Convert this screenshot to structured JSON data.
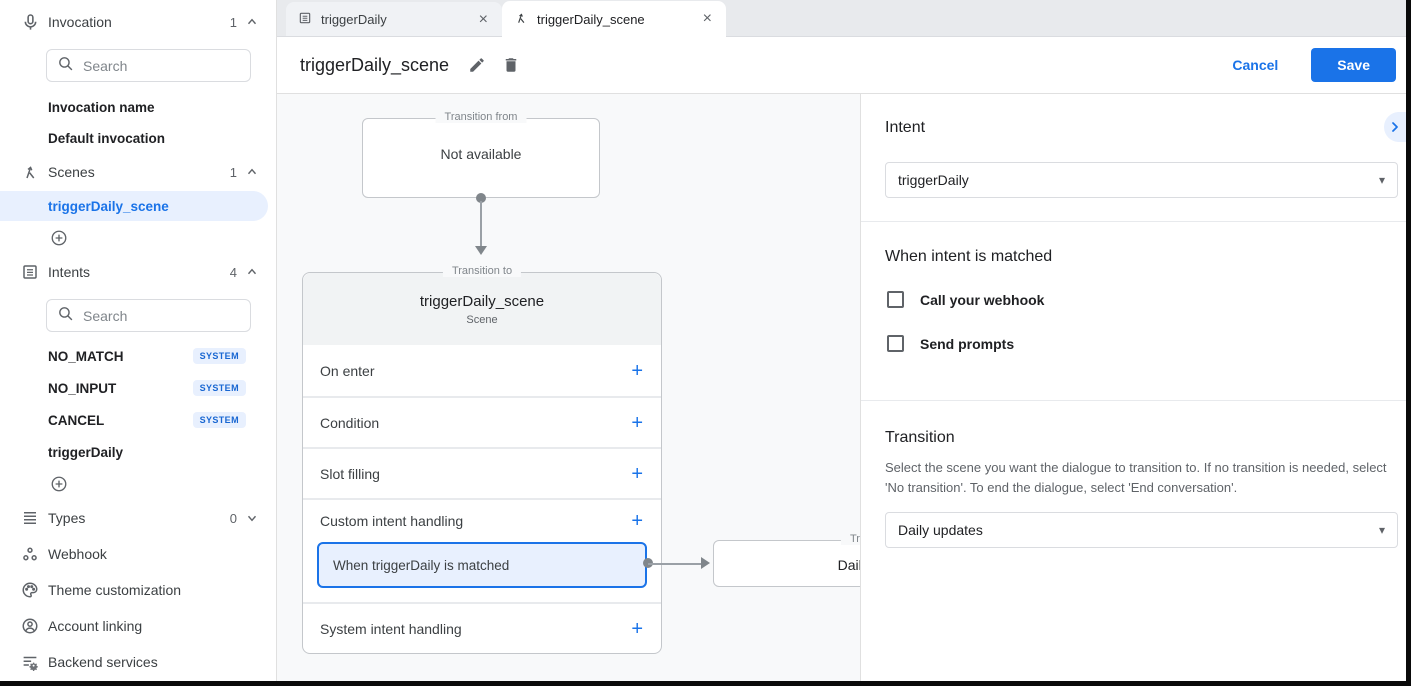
{
  "icons": {
    "add": "+",
    "close": "×",
    "caret": "▾"
  },
  "colors": {
    "accent": "#1a73e8",
    "badge_bg": "#e8f0fe",
    "badge_text": "#1967d2",
    "canvas_bg": "#f8f9fa"
  },
  "sidebar": {
    "search_placeholder": "Search",
    "invocation": {
      "label": "Invocation",
      "count": "1"
    },
    "invocation_items": [
      "Invocation name",
      "Default invocation"
    ],
    "scenes": {
      "label": "Scenes",
      "count": "1"
    },
    "scenes_selected": "triggerDaily_scene",
    "intents": {
      "label": "Intents",
      "count": "4"
    },
    "intent_items": [
      {
        "label": "NO_MATCH",
        "badge": "SYSTEM"
      },
      {
        "label": "NO_INPUT",
        "badge": "SYSTEM"
      },
      {
        "label": "CANCEL",
        "badge": "SYSTEM"
      },
      {
        "label": "triggerDaily"
      }
    ],
    "types": {
      "label": "Types",
      "count": "0"
    },
    "links": [
      "Webhook",
      "Theme customization",
      "Account linking",
      "Backend services"
    ]
  },
  "tabs": [
    {
      "label": "triggerDaily"
    },
    {
      "label": "triggerDaily_scene"
    }
  ],
  "header": {
    "title": "triggerDaily_scene",
    "cancel": "Cancel",
    "save": "Save"
  },
  "canvas": {
    "from_box": {
      "legend": "Transition from",
      "text": "Not available"
    },
    "scene_box": {
      "legend": "Transition to",
      "title": "triggerDaily_scene",
      "subtitle": "Scene",
      "rows": [
        "On enter",
        "Condition",
        "Slot filling",
        "Custom intent handling",
        "System intent handling"
      ],
      "handler": "When triggerDaily is matched"
    },
    "target_box": {
      "legend": "Transition to",
      "title": "Daily updates"
    }
  },
  "panel": {
    "intent_heading": "Intent",
    "intent_value": "triggerDaily",
    "matched_heading": "When intent is matched",
    "checkbox_webhook": "Call your webhook",
    "checkbox_prompts": "Send prompts",
    "transition_heading": "Transition",
    "transition_description": "Select the scene you want the dialogue to transition to. If no transition is needed, select 'No transition'. To end the dialogue, select 'End conversation'.",
    "transition_value": "Daily updates"
  }
}
